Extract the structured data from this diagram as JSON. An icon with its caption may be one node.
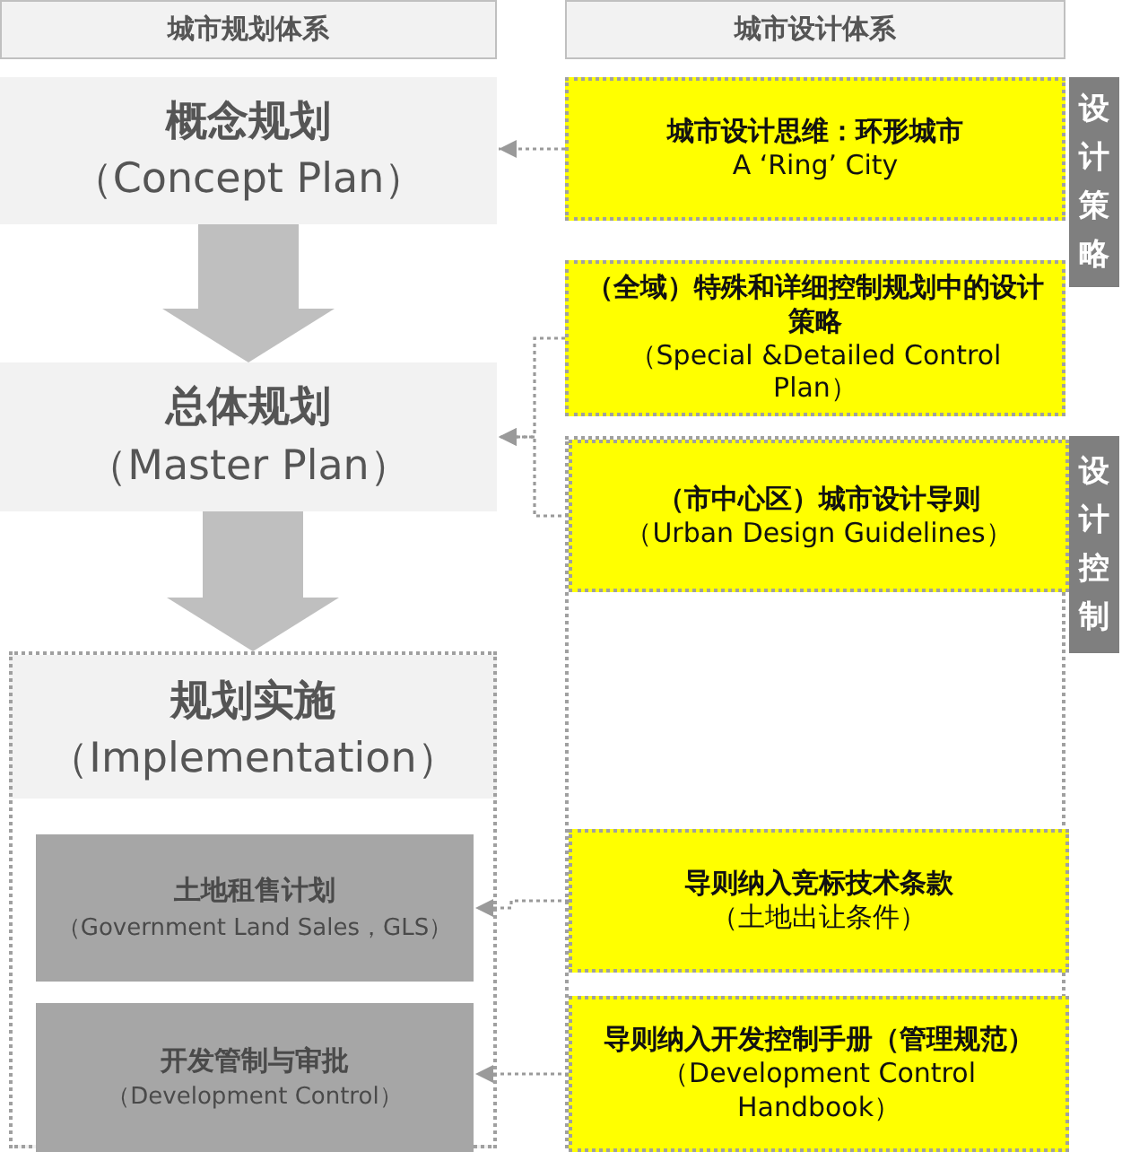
{
  "diagram": {
    "nodes": [
      {
        "text": [
          "城市规划体系"
        ]
      },
      {
        "text": [
          "城市设计体系"
        ]
      },
      {
        "text": [
          "概念规划",
          "（Concept Plan）"
        ]
      },
      {
        "text": [
          "总体规划",
          "（Master Plan）"
        ]
      },
      {
        "text": [
          "规划实施",
          "（Implementation）"
        ]
      },
      {
        "text": [
          "土地租售计划",
          "（Government Land Sales，GLS）"
        ],
        "in": 4
      },
      {
        "text": [
          "开发管制与审批",
          "（Development Control）"
        ],
        "in": 4
      },
      {
        "text": [
          "城市设计思维：环形城市",
          "A ‘Ring’ City"
        ]
      },
      {
        "text": [
          "（全域）特殊和详细控制规划中的设计策略",
          "（Special &Detailed Control Plan）"
        ]
      },
      {
        "text": [],
        "shape": "box"
      },
      {
        "text": [
          "（市中心区）城市设计导则",
          "（Urban Design Guidelines）"
        ],
        "in": 9
      },
      {
        "text": [
          "导则纳入竞标技术条款",
          "（土地出让条件）"
        ],
        "in": 9
      },
      {
        "text": [
          "**导则纳入开发控制手册（管理规范）**（Development Control Handbook）"
        ],
        "in": 9
      },
      {
        "text": [
          "设计策略"
        ]
      },
      {
        "text": [
          "设计控制"
        ]
      }
    ],
    "edges": [
      {
        "from": 2,
        "to": 3,
        "arrow": "to",
        "style": "thick",
        "color": "#bfbfbf"
      },
      {
        "from": 3,
        "to": 4,
        "arrow": "to",
        "style": "thick",
        "color": "#bfbfbf"
      },
      {
        "from": 7,
        "to": 2,
        "arrow": "to",
        "style": "dashed"
      },
      {
        "from": 8,
        "to": 3,
        "arrow": "to",
        "style": "dashed"
      },
      {
        "from": 10,
        "to": 3,
        "arrow": "to",
        "style": "dashed"
      },
      {
        "from": 11,
        "to": 5,
        "arrow": "to",
        "style": "dashed"
      },
      {
        "from": 12,
        "to": 6,
        "arrow": "to",
        "style": "dashed"
      }
    ]
  }
}
